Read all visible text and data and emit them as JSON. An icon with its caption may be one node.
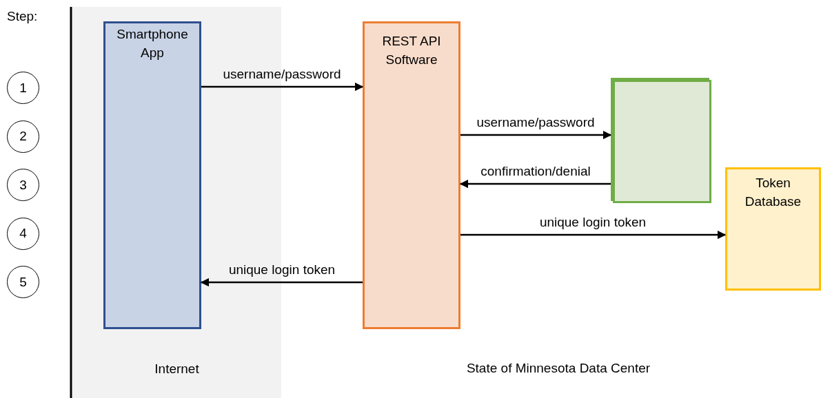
{
  "diagram": {
    "nodes": [
      {
        "text": [
          "Internet"
        ]
      },
      {
        "text": [
          "Smartphone App"
        ],
        "in": 0
      },
      {
        "text": [
          "REST API Software"
        ]
      },
      {
        "text": [],
        "shape": "box"
      },
      {
        "text": [
          "Token Database"
        ]
      },
      {
        "text": [
          "1"
        ]
      },
      {
        "text": [
          "2"
        ]
      },
      {
        "text": [
          "3"
        ]
      },
      {
        "text": [
          "4"
        ]
      },
      {
        "text": [
          "5"
        ]
      }
    ],
    "edges": [
      {
        "from": 1,
        "to": 2,
        "arrow": "to",
        "label": "username/password"
      },
      {
        "from": 2,
        "to": 3,
        "arrow": "to",
        "label": "username/password"
      },
      {
        "from": 3,
        "to": 2,
        "arrow": "to",
        "label": "confirmation/denial"
      },
      {
        "from": 2,
        "to": 4,
        "arrow": "to",
        "label": "unique login token"
      },
      {
        "from": 2,
        "to": 1,
        "arrow": "to",
        "label": "unique login token"
      }
    ],
    "labels": [
      "Step:",
      "State of Minnesota Data Center"
    ]
  }
}
